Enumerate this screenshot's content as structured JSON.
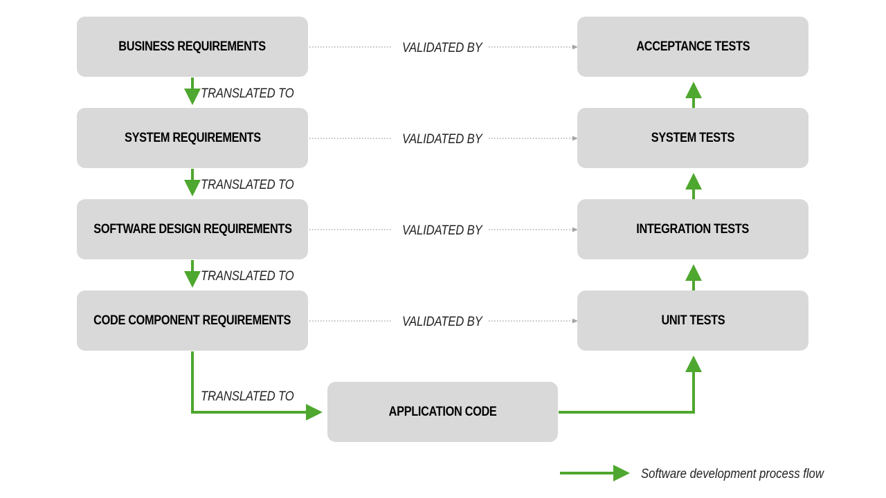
{
  "left_boxes": [
    {
      "id": "business-requirements",
      "label": "BUSINESS REQUIREMENTS"
    },
    {
      "id": "system-requirements",
      "label": "SYSTEM REQUIREMENTS"
    },
    {
      "id": "software-design-requirements",
      "label": "SOFTWARE DESIGN REQUIREMENTS"
    },
    {
      "id": "code-component-requirements",
      "label": "CODE COMPONENT REQUIREMENTS"
    }
  ],
  "right_boxes": [
    {
      "id": "acceptance-tests",
      "label": "ACCEPTANCE TESTS"
    },
    {
      "id": "system-tests",
      "label": "SYSTEM TESTS"
    },
    {
      "id": "integration-tests",
      "label": "INTEGRATION TESTS"
    },
    {
      "id": "unit-tests",
      "label": "UNIT TESTS"
    }
  ],
  "center_box": {
    "id": "application-code",
    "label": "APPLICATION CODE"
  },
  "translated_label": "TRANSLATED TO",
  "validated_label": "VALIDATED BY",
  "legend": {
    "label": "Software development process flow"
  },
  "colors": {
    "box_fill": "#d9d9d9",
    "flow_green": "#4ea72e",
    "dotted_gray": "#a6a6a6",
    "text": "#000000"
  }
}
